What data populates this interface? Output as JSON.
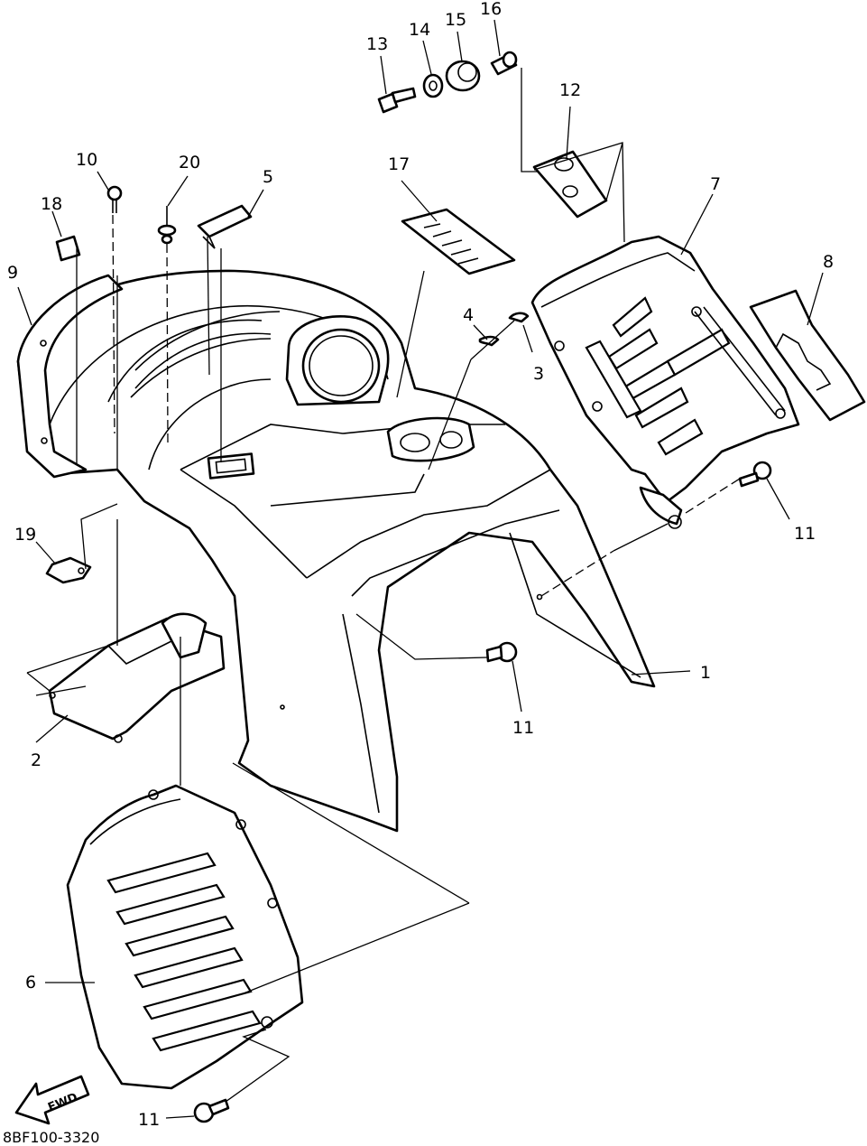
{
  "diagram": {
    "callouts": [
      {
        "id": "c1",
        "text": "1"
      },
      {
        "id": "c2",
        "text": "2"
      },
      {
        "id": "c3",
        "text": "3"
      },
      {
        "id": "c4",
        "text": "4"
      },
      {
        "id": "c5",
        "text": "5"
      },
      {
        "id": "c6",
        "text": "6"
      },
      {
        "id": "c7",
        "text": "7"
      },
      {
        "id": "c8",
        "text": "8"
      },
      {
        "id": "c9",
        "text": "9"
      },
      {
        "id": "c10",
        "text": "10"
      },
      {
        "id": "c11a",
        "text": "11"
      },
      {
        "id": "c11b",
        "text": "11"
      },
      {
        "id": "c11c",
        "text": "11"
      },
      {
        "id": "c12",
        "text": "12"
      },
      {
        "id": "c13",
        "text": "13"
      },
      {
        "id": "c14",
        "text": "14"
      },
      {
        "id": "c15",
        "text": "15"
      },
      {
        "id": "c16",
        "text": "16"
      },
      {
        "id": "c17",
        "text": "17"
      },
      {
        "id": "c18",
        "text": "18"
      },
      {
        "id": "c19",
        "text": "19"
      },
      {
        "id": "c20",
        "text": "20"
      }
    ],
    "fwd_label": "FWD",
    "drawing_code": "8BF100-3320"
  }
}
